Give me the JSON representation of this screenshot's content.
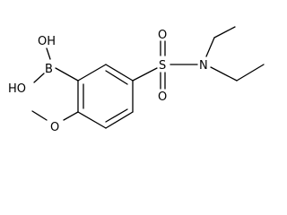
{
  "molecule": {
    "atoms": {
      "oh_top": "OH",
      "oh_bottom": "HO",
      "boron": "B",
      "sulfonyl_o_top": "O",
      "sulfonyl_o_bottom": "O",
      "sulfur": "S",
      "nitrogen": "N",
      "methoxy_o": "O"
    }
  }
}
